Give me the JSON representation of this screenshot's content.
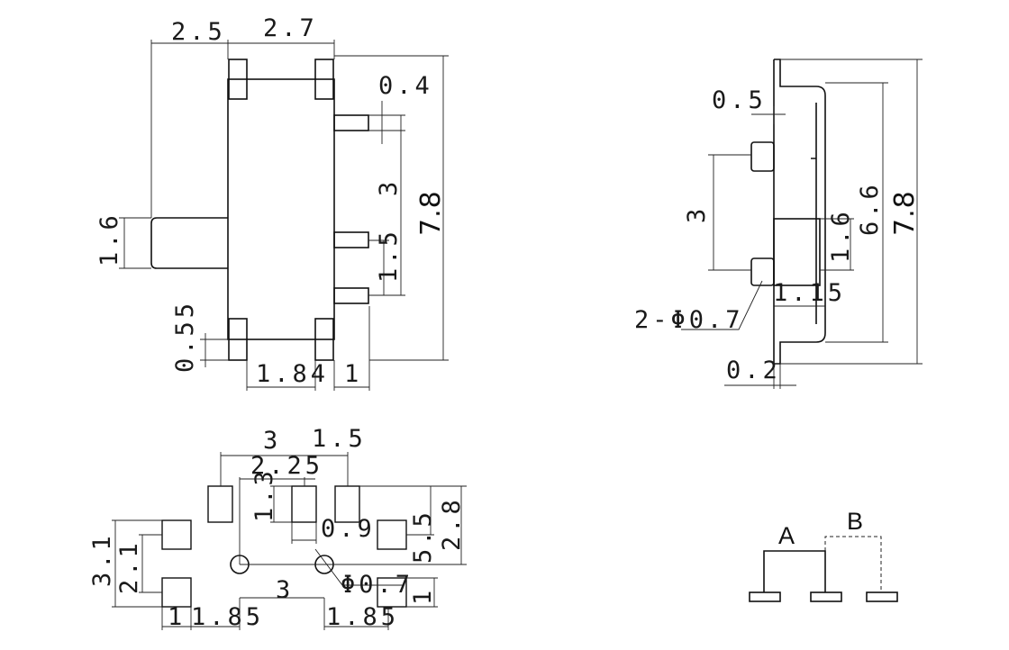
{
  "front_view": {
    "dim_body_offset": "2.5",
    "dim_body_width": "2.7",
    "dim_pin_width": "0.4",
    "dim_pin_pitch": "3",
    "dim_overall_length": "7.8",
    "dim_actuator_length": "1.6",
    "dim_pin_spacing": "1.5",
    "dim_tab_height": "0.55",
    "dim_tab_span": "1.84",
    "dim_pin_length": "1"
  },
  "side_view": {
    "dim_tab_depth": "0.5",
    "dim_post_pitch": "3",
    "dim_actuator_length": "1.6",
    "dim_housing_length": "6.6",
    "dim_overall_length": "7.8",
    "dim_actuator_travel": "1.15",
    "post_callout": "2-Φ0.7",
    "dim_plate_thickness": "0.2"
  },
  "pcb_layout": {
    "dim_pad_pitch_x": "3",
    "dim_pad_offset": "1.5",
    "dim_pad_center": "2.25",
    "dim_pad_height": "1.3",
    "dim_pad_width": "0.9",
    "dim_row_offset": "5.5",
    "dim_total_height": "2.8",
    "dim_left_span": "3.1",
    "dim_left_gap": "2.1",
    "dim_hole_pitch": "3",
    "hole_callout": "Φ0.7",
    "dim_right_tab": "1",
    "dim_left_pad_width": "1",
    "dim_left_spacing": "1.85",
    "dim_right_spacing": "1.85"
  },
  "circuit": {
    "label_a": "A",
    "label_b": "B"
  }
}
